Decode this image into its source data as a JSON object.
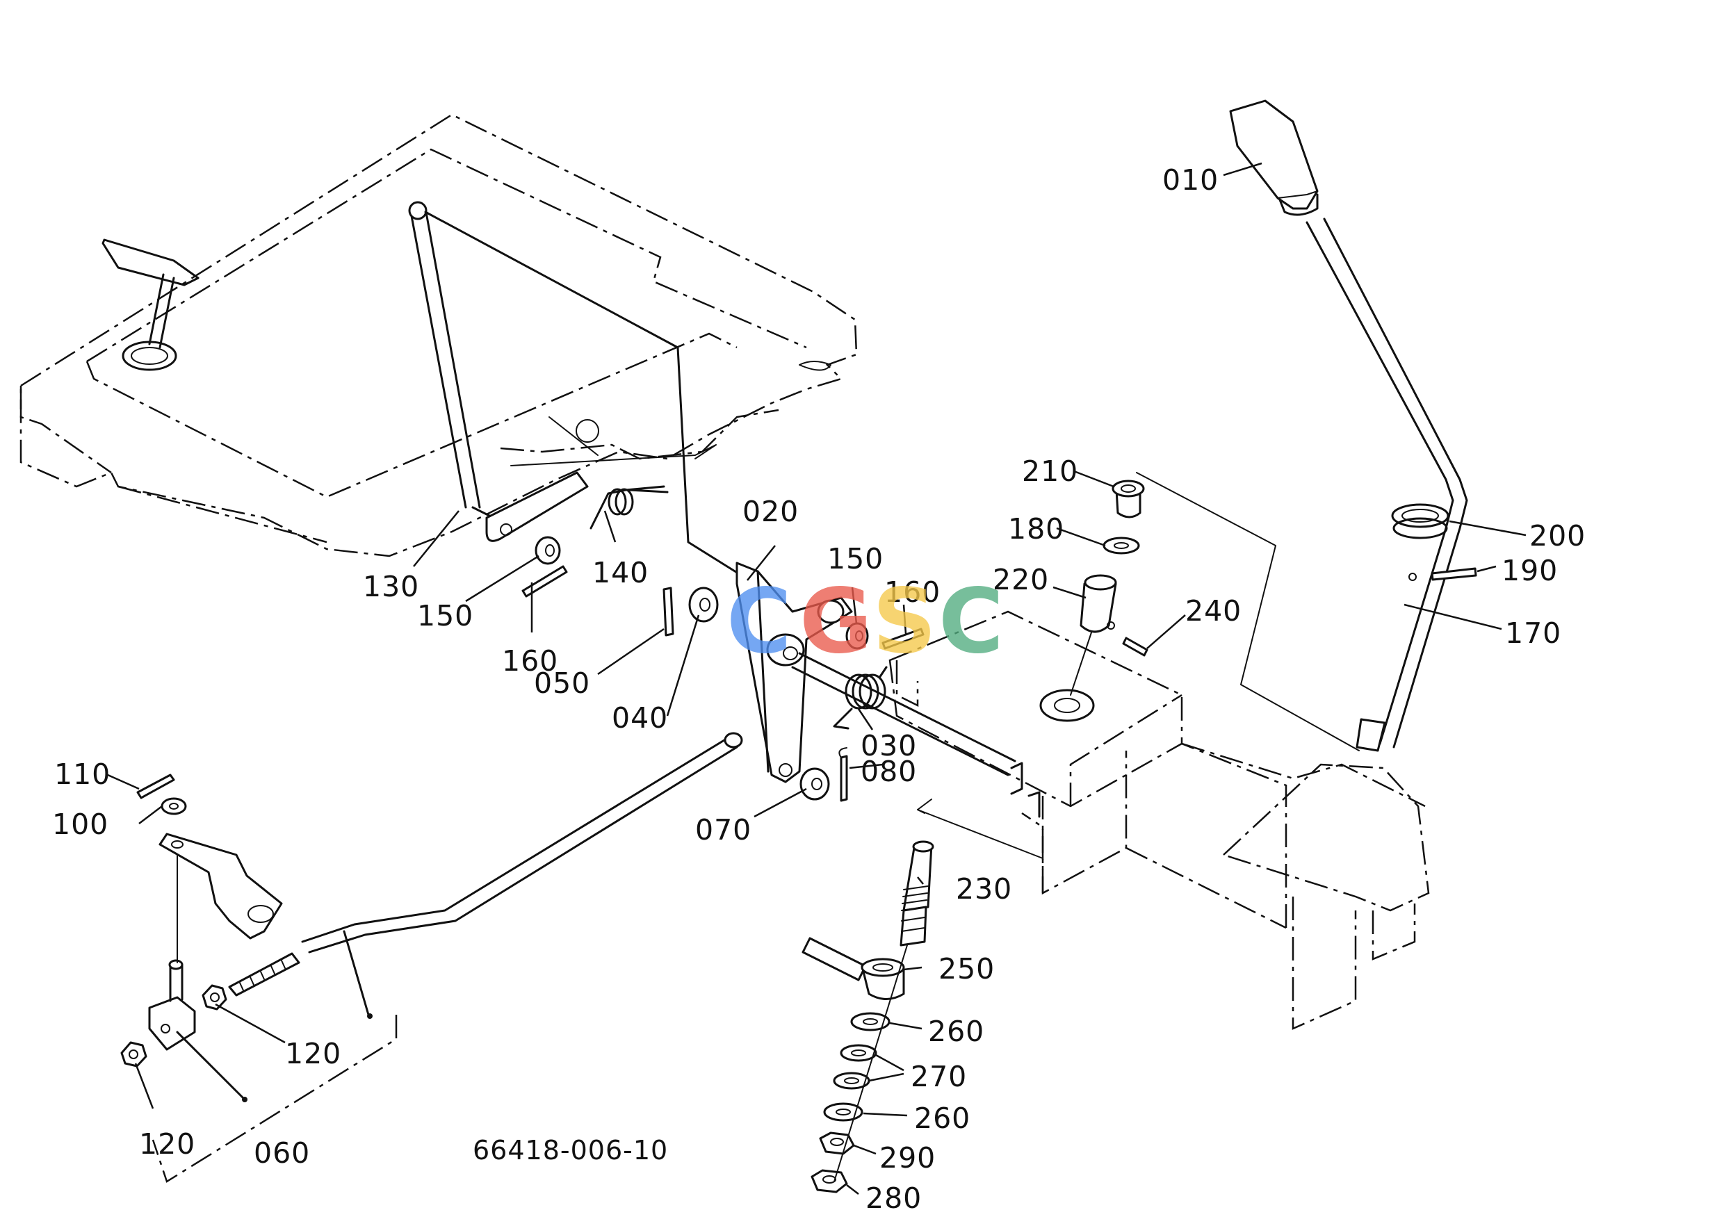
{
  "diagram": {
    "drawing_number": "66418-006-10",
    "watermark": {
      "letters": [
        "C",
        "G",
        "S",
        "C"
      ],
      "colors": [
        "#4f8ff0",
        "#ea5a4c",
        "#f6c94a",
        "#52ad80"
      ]
    },
    "part_labels": {
      "p010": "010",
      "p020": "020",
      "p030": "030",
      "p040": "040",
      "p050": "050",
      "p060": "060",
      "p070": "070",
      "p080": "080",
      "p100": "100",
      "p110": "110",
      "p120a": "120",
      "p120b": "120",
      "p130": "130",
      "p140": "140",
      "p150a": "150",
      "p150b": "150",
      "p160a": "160",
      "p160b": "160",
      "p170": "170",
      "p180": "180",
      "p190": "190",
      "p200": "200",
      "p210": "210",
      "p220": "220",
      "p230": "230",
      "p240": "240",
      "p250": "250",
      "p260a": "260",
      "p260b": "260",
      "p270": "270",
      "p280": "280",
      "p290": "290"
    }
  }
}
